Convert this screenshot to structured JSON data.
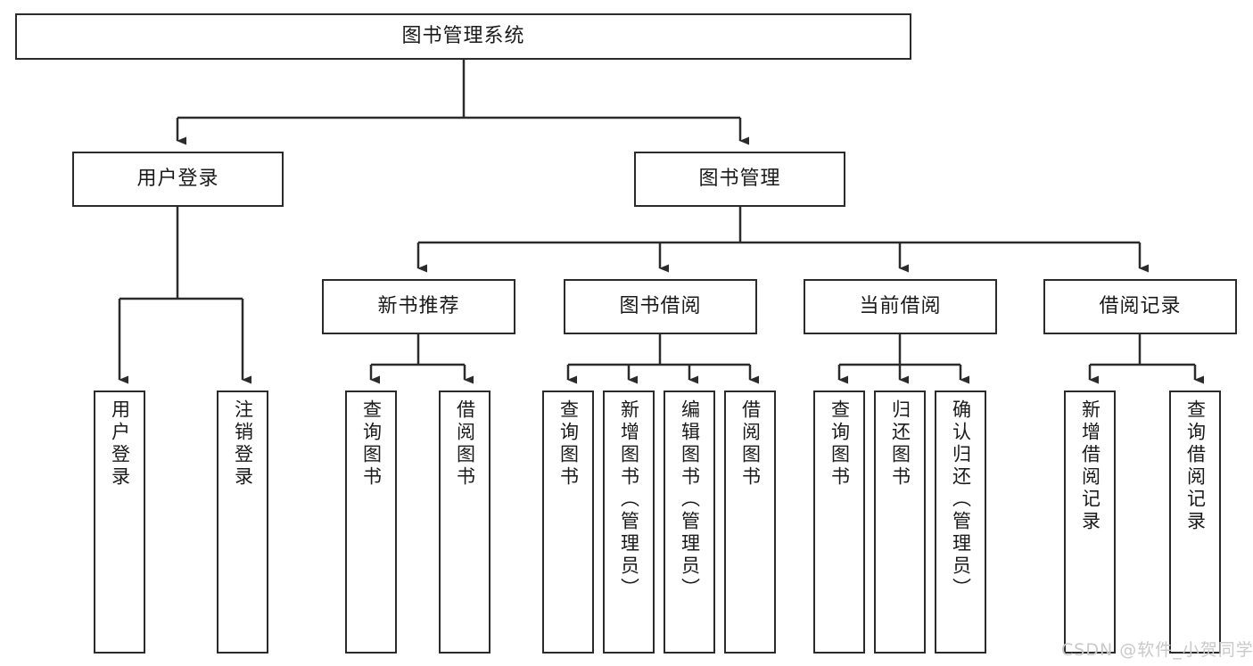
{
  "diagram": {
    "title": "图书管理系统",
    "type": "tree-hierarchy-chart",
    "watermark": "CSDN @软件_小贺同学",
    "colors": {
      "stroke": "#2b2b2b",
      "fill": "#ffffff",
      "text": "#1a1a1a",
      "watermark": "#c9c9c9"
    },
    "nodes": {
      "root": {
        "label": "图书管理系统"
      },
      "level2": [
        {
          "id": "user-login",
          "label": "用户登录"
        },
        {
          "id": "book-manage",
          "label": "图书管理"
        }
      ],
      "level3": [
        {
          "id": "new-book-recommend",
          "label": "新书推荐"
        },
        {
          "id": "book-borrow",
          "label": "图书借阅"
        },
        {
          "id": "current-borrow",
          "label": "当前借阅"
        },
        {
          "id": "borrow-record",
          "label": "借阅记录"
        }
      ],
      "leaves": [
        {
          "id": "leaf-user-login",
          "label": "用户登录",
          "parent": "user-login"
        },
        {
          "id": "leaf-logout-login",
          "label": "注销登录",
          "parent": "user-login"
        },
        {
          "id": "leaf-query-book-1",
          "label": "查询图书",
          "parent": "new-book-recommend"
        },
        {
          "id": "leaf-borrow-book-1",
          "label": "借阅图书",
          "parent": "new-book-recommend"
        },
        {
          "id": "leaf-query-book-2",
          "label": "查询图书",
          "parent": "book-borrow"
        },
        {
          "id": "leaf-add-book",
          "label": "新增图书（管理员）",
          "parent": "book-borrow"
        },
        {
          "id": "leaf-edit-book",
          "label": "编辑图书（管理员）",
          "parent": "book-borrow"
        },
        {
          "id": "leaf-borrow-book-2",
          "label": "借阅图书",
          "parent": "book-borrow"
        },
        {
          "id": "leaf-query-book-3",
          "label": "查询图书",
          "parent": "current-borrow"
        },
        {
          "id": "leaf-return-book",
          "label": "归还图书",
          "parent": "current-borrow"
        },
        {
          "id": "leaf-confirm-return",
          "label": "确认归还（管理员）",
          "parent": "current-borrow"
        },
        {
          "id": "leaf-add-record",
          "label": "新增借阅记录",
          "parent": "borrow-record"
        },
        {
          "id": "leaf-query-record",
          "label": "查询借阅记录",
          "parent": "borrow-record"
        }
      ]
    }
  }
}
